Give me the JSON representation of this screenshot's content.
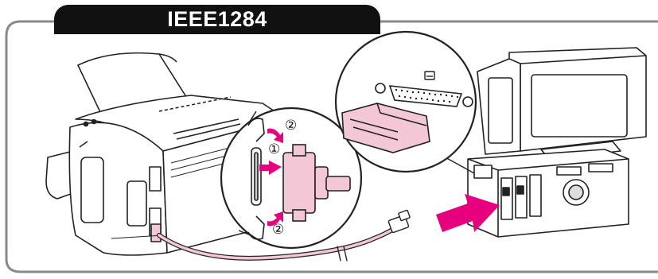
{
  "header": {
    "title": "IEEE1284"
  },
  "callouts": {
    "step1": "①",
    "step2_top": "②",
    "step2_bottom": "②"
  },
  "colors": {
    "frame": "#8a8a8a",
    "tab": "#111111",
    "arrow": "#e6007e",
    "connector": "#f3c7d6",
    "outline": "#222222"
  },
  "icons": [
    "printer-icon",
    "computer-icon",
    "parallel-port-icon",
    "cable-icon",
    "arrow-icon",
    "wire-clip-icon"
  ]
}
